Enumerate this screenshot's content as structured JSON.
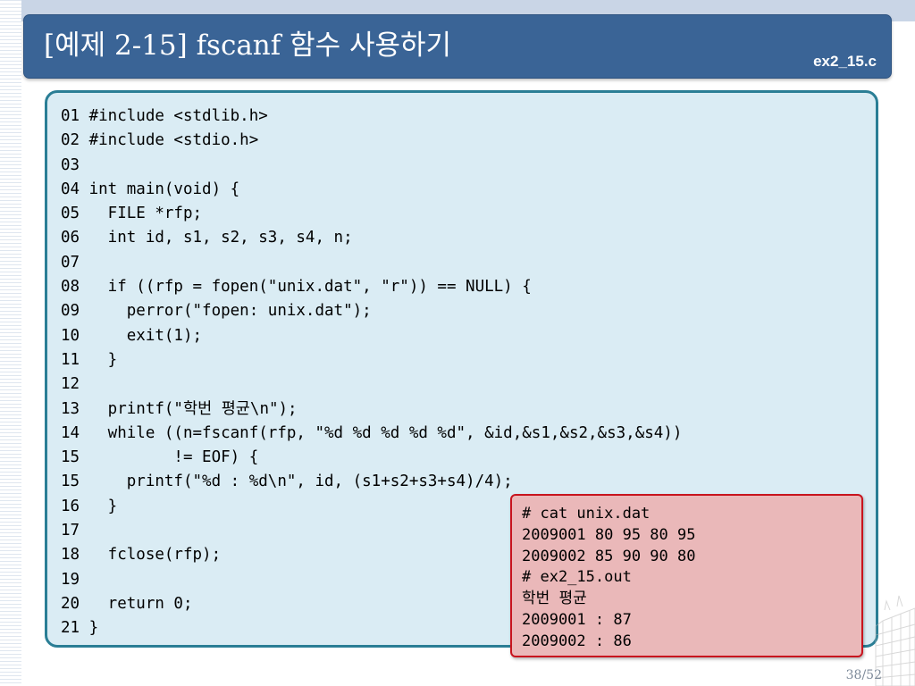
{
  "slide": {
    "title": "[예제 2-15] fscanf 함수 사용하기",
    "file_name": "ex2_15.c",
    "page_number": "38/52"
  },
  "code": {
    "lines": [
      "01 #include <stdlib.h>",
      "02 #include <stdio.h>",
      "03",
      "04 int main(void) {",
      "05   FILE *rfp;",
      "06   int id, s1, s2, s3, s4, n;",
      "07",
      "08   if ((rfp = fopen(\"unix.dat\", \"r\")) == NULL) {",
      "09     perror(\"fopen: unix.dat\");",
      "10     exit(1);",
      "11   }",
      "12",
      "13   printf(\"학번 평균\\n\");",
      "14   while ((n=fscanf(rfp, \"%d %d %d %d %d\", &id,&s1,&s2,&s3,&s4))",
      "15          != EOF) {",
      "15     printf(\"%d : %d\\n\", id, (s1+s2+s3+s4)/4);",
      "16   }",
      "17",
      "18   fclose(rfp);",
      "19",
      "20   return 0;",
      "21 }"
    ]
  },
  "output": {
    "lines": [
      "# cat unix.dat",
      "2009001 80 95 80 95",
      "2009002 85 90 90 80",
      "# ex2_15.out",
      "학번 평균",
      "2009001 : 87",
      "2009002 : 86"
    ]
  },
  "colors": {
    "title_bar": "#3a6496",
    "code_background": "#daecf4",
    "code_border": "#2a7e95",
    "output_background": "#eab8b9",
    "output_border": "#c8141e"
  }
}
